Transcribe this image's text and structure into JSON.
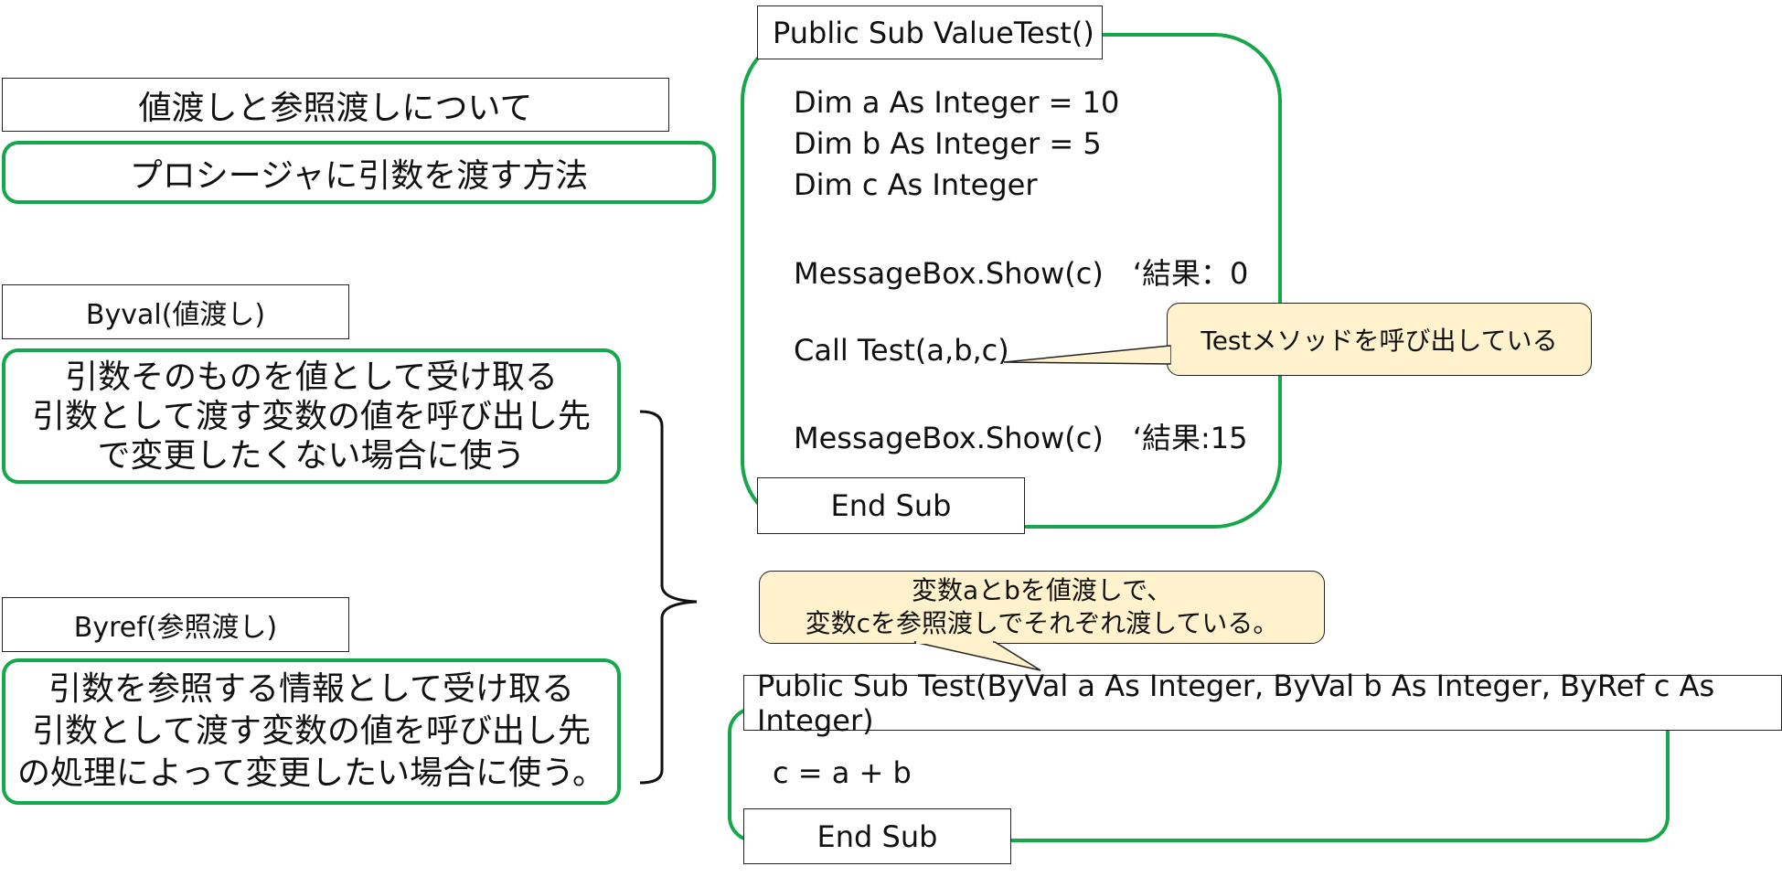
{
  "left": {
    "title": "値渡しと参照渡しについて",
    "subtitle": "プロシージャに引数を渡す方法",
    "byval": {
      "label": "Byval(値渡し)",
      "line1": "引数そのものを値として受け取る",
      "line2": "引数として渡す変数の値を呼び出し先",
      "line3": "で変更したくない場合に使う"
    },
    "byref": {
      "label": "Byref(参照渡し)",
      "line1": "引数を参照する情報として受け取る",
      "line2": "引数として渡す変数の値を呼び出し先",
      "line3": "の処理によって変更したい場合に使う。"
    }
  },
  "value_test": {
    "header": "Public Sub ValueTest()",
    "line1": "Dim a As Integer = 10",
    "line2": "Dim b As Integer = 5",
    "line3": "Dim c As Integer",
    "msg1": "MessageBox.Show(c)　‘結果：0",
    "call": "Call Test(a,b,c)",
    "msg2": "MessageBox.Show(c)　‘結果:15",
    "end": "End Sub"
  },
  "callout1": "Testメソッドを呼び出している",
  "callout2": {
    "line1": "変数aとbを値渡しで、",
    "line2": "変数cを参照渡しでそれぞれ渡している。"
  },
  "test_sub": {
    "header": "Public Sub Test(ByVal a As Integer, ByVal b As Integer, ByRef c As Integer)",
    "body": "c = a + b",
    "end": "End Sub"
  },
  "colors": {
    "accent_green": "#14a84a",
    "callout_fill": "#fff2cc"
  }
}
